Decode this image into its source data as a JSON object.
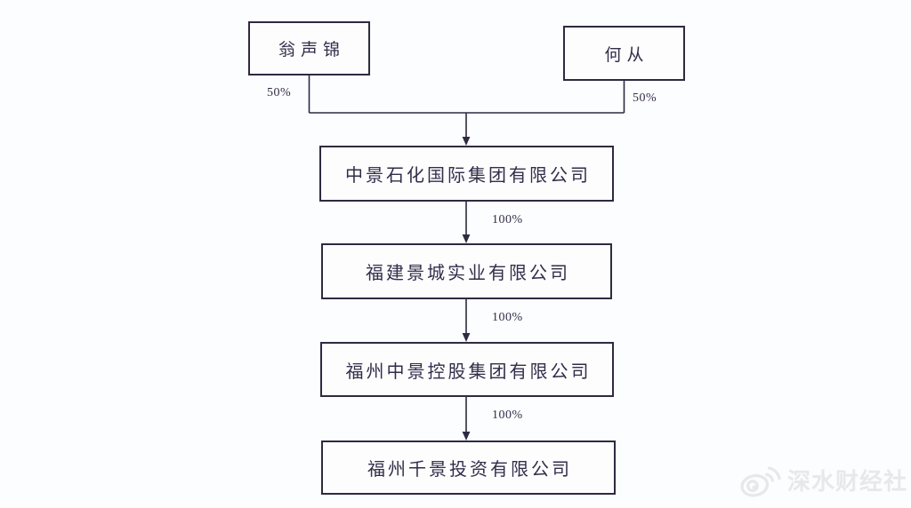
{
  "page": {
    "background_color": "#fcfdfe",
    "line_color": "#2e2a40",
    "text_color": "#332d49",
    "watermark_color": "#e8e8ec"
  },
  "diagram": {
    "type": "ownership-structure-flowchart",
    "shareholders": [
      {
        "name": "翁声锦",
        "stake": "50%"
      },
      {
        "name": "何从",
        "stake": "50%"
      }
    ],
    "chain": [
      {
        "name": "中景石化国际集团有限公司",
        "stake_in_next": "100%"
      },
      {
        "name": "福建景城实业有限公司",
        "stake_in_next": "100%"
      },
      {
        "name": "福州中景控股集团有限公司",
        "stake_in_next": "100%"
      },
      {
        "name": "福州千景投资有限公司"
      }
    ]
  },
  "watermark": {
    "icon": "weibo-icon",
    "brand": "深水财经社"
  }
}
